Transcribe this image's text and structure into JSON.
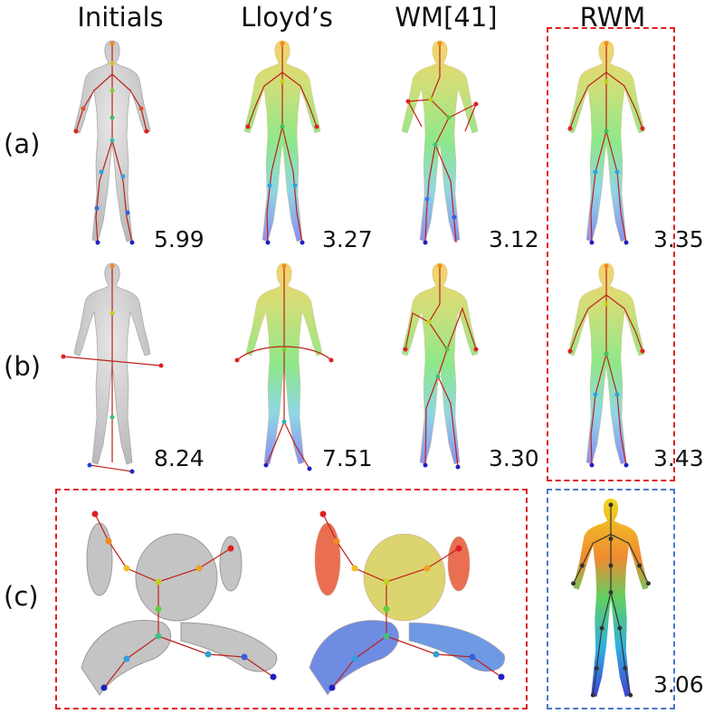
{
  "columns": [
    "Initials",
    "Lloyd’s",
    "WM[41]",
    "RWM"
  ],
  "rows": [
    "(a)",
    "(b)",
    "(c)"
  ],
  "scores": {
    "a": [
      "5.99",
      "3.27",
      "3.12",
      "3.35"
    ],
    "b": [
      "8.24",
      "7.51",
      "3.30",
      "3.43"
    ],
    "c_rwm": "3.06"
  },
  "colors": {
    "highlight_red": "#e02020",
    "highlight_blue": "#4a78c8",
    "skeleton_edge": "#c0201a",
    "mesh_gray": "#c8c8c8"
  }
}
